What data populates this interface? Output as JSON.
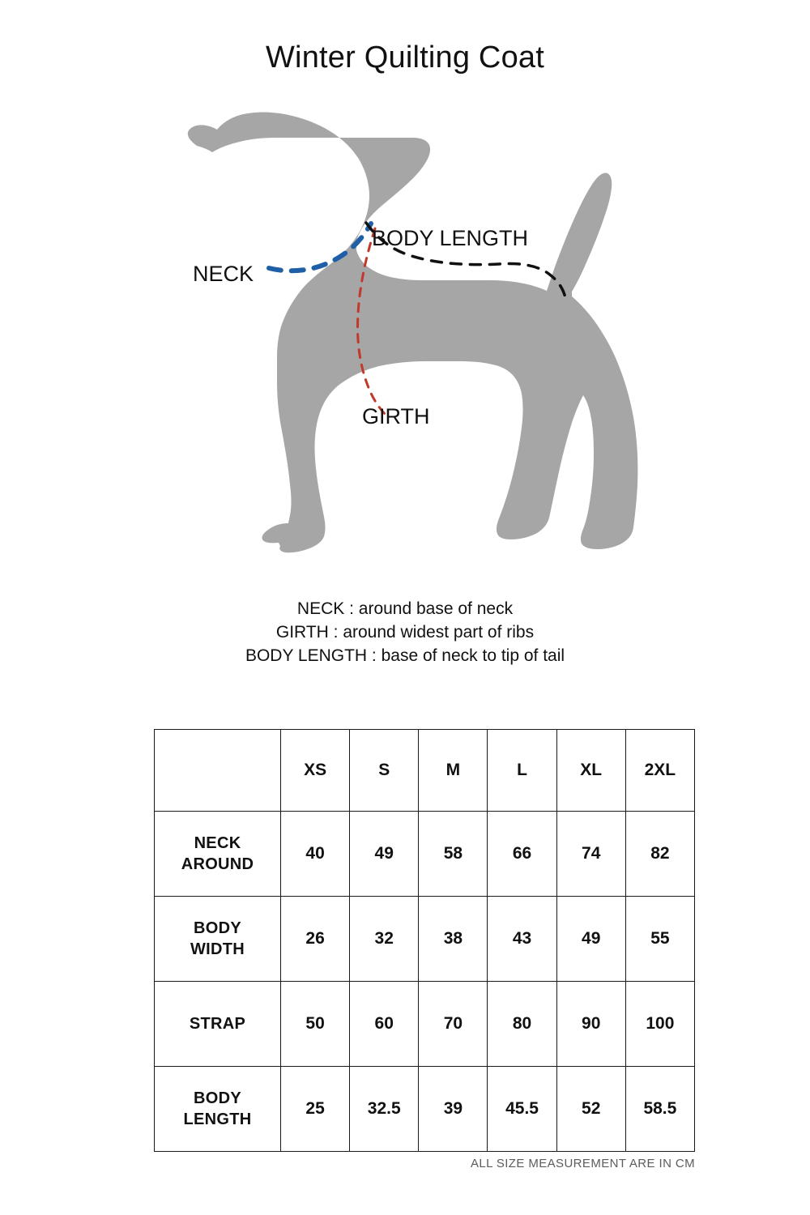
{
  "title": "Winter Quilting Coat",
  "diagram": {
    "labels": {
      "neck": "NECK",
      "girth": "GIRTH",
      "body_length": "BODY LENGTH"
    },
    "colors": {
      "silhouette": "#A6A6A6",
      "neck_line": "#1F5FA8",
      "girth_line": "#C0392B",
      "body_length_line": "#111111"
    }
  },
  "legend": {
    "lines": [
      "NECK : around base of neck",
      "GIRTH : around widest part of ribs",
      "BODY LENGTH : base of neck to tip of tail"
    ]
  },
  "chart_data": {
    "type": "table",
    "title": "Winter Quilting Coat",
    "unit": "cm",
    "categories": [
      "XS",
      "S",
      "M",
      "L",
      "XL",
      "2XL"
    ],
    "corner_label": "",
    "series": [
      {
        "name": "NECK AROUND",
        "values": [
          40,
          49,
          58,
          66,
          74,
          82
        ]
      },
      {
        "name": "BODY WIDTH",
        "values": [
          26,
          32,
          38,
          43,
          49,
          55
        ]
      },
      {
        "name": "STRAP",
        "values": [
          50,
          60,
          70,
          80,
          90,
          100
        ]
      },
      {
        "name": "BODY LENGTH",
        "values": [
          25,
          32.5,
          39,
          45.5,
          52,
          58.5
        ]
      }
    ],
    "row_labels_display": [
      [
        "NECK",
        "AROUND"
      ],
      [
        "BODY",
        "WIDTH"
      ],
      [
        "STRAP",
        ""
      ],
      [
        "BODY",
        "LENGTH"
      ]
    ],
    "footnote": "ALL SIZE MEASUREMENT ARE IN CM"
  },
  "footer": {
    "note": "ALL SIZE MEASUREMENT ARE IN CM"
  }
}
